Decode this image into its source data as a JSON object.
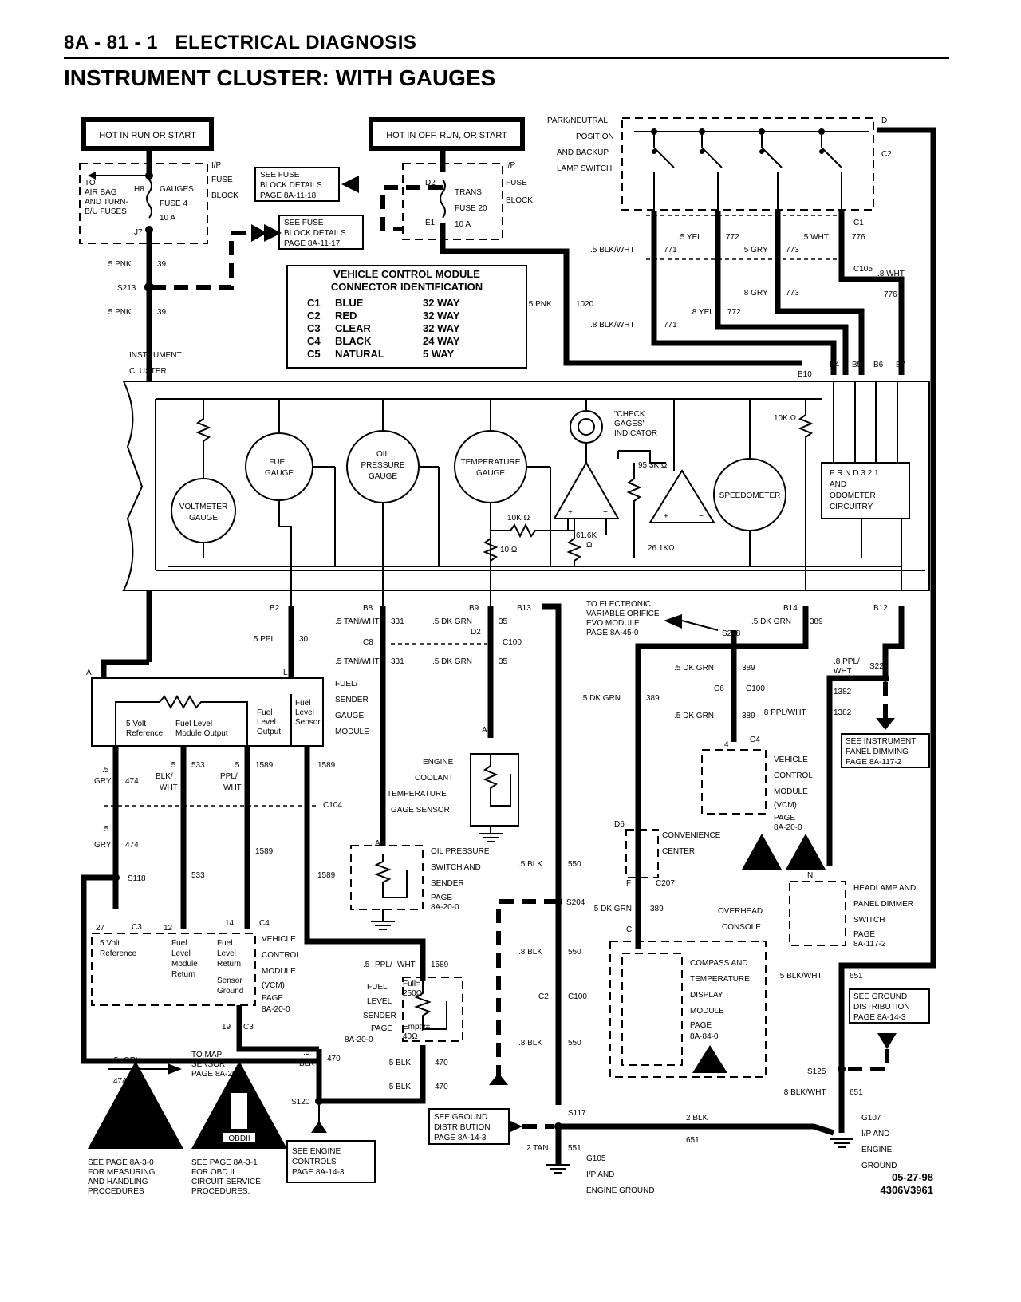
{
  "header": {
    "section": "8A - 81 - 1",
    "category": "ELECTRICAL DIAGNOSIS",
    "title": "INSTRUMENT CLUSTER: WITH GAUGES"
  },
  "power": {
    "hot_run_start": "HOT IN RUN OR START",
    "hot_off_run_start": "HOT IN OFF, RUN, OR START",
    "fuse_gauges": {
      "name": "GAUGES",
      "fuse": "FUSE 4",
      "amps": "10 A",
      "pin_in": "H8",
      "pin_out": "J7"
    },
    "fuse_trans": {
      "name": "TRANS",
      "fuse": "FUSE 20",
      "amps": "10 A",
      "pin_in": "D2",
      "pin_out": "E1"
    },
    "ip_fuse_block": [
      "I/P",
      "FUSE",
      "BLOCK"
    ],
    "to_airbag": [
      "TO",
      "AIR BAG",
      "AND TURN-",
      "B/U FUSES"
    ],
    "see_fuse_1": [
      "SEE FUSE",
      "BLOCK DETAILS",
      "PAGE 8A-11-18"
    ],
    "see_fuse_2": [
      "SEE FUSE",
      "BLOCK DETAILS",
      "PAGE 8A-11-17"
    ]
  },
  "park_switch": {
    "label": [
      "PARK/NEUTRAL",
      "POSITION",
      "AND BACKUP",
      "LAMP SWITCH"
    ],
    "connector": "C2",
    "pin": "D"
  },
  "vcm_table": {
    "title": [
      "VEHICLE CONTROL MODULE",
      "CONNECTOR IDENTIFICATION"
    ],
    "rows": [
      {
        "c": "C1",
        "color": "BLUE",
        "way": "32 WAY"
      },
      {
        "c": "C2",
        "color": "RED",
        "way": "32 WAY"
      },
      {
        "c": "C3",
        "color": "CLEAR",
        "way": "32 WAY"
      },
      {
        "c": "C4",
        "color": "BLACK",
        "way": "24 WAY"
      },
      {
        "c": "C5",
        "color": "NATURAL",
        "way": "5 WAY"
      }
    ]
  },
  "wires": {
    "pnk39_a": ".5 PNK",
    "n39": "39",
    "s213": "S213",
    "pnk39_b": ".5 PNK",
    "pnk1020": ".5 PNK",
    "n1020": "1020",
    "blkwht771a": ".5 BLK/WHT",
    "n771": "771",
    "yel772a": ".5 YEL",
    "n772": "772",
    "gry773a": ".5 GRY",
    "n773": "773",
    "wht776a": ".5 WHT",
    "n776": "776",
    "c105": "C105",
    "wht776b": ".8 WHT",
    "gry773b": ".8 GRY",
    "yel772b": ".8 YEL",
    "blkwht771b": ".8 BLK/WHT",
    "c1": "C1"
  },
  "cluster": {
    "label": [
      "INSTRUMENT",
      "CLUSTER"
    ],
    "pins_top": [
      "B10",
      "B4",
      "B5",
      "B6",
      "B7"
    ],
    "voltmeter": [
      "VOLTMETER",
      "GAUGE"
    ],
    "fuel": [
      "FUEL",
      "GAUGE"
    ],
    "oil": [
      "OIL",
      "PRESSURE",
      "GAUGE"
    ],
    "temp": [
      "TEMPERATURE",
      "GAUGE"
    ],
    "check": [
      "\"CHECK",
      "GAGES\"",
      "INDICATOR"
    ],
    "speedo": "SPEEDOMETER",
    "prnd": [
      "P R N D 3 2 1",
      "AND",
      "ODOMETER",
      "CIRCUITRY"
    ],
    "r10k": "10K Ω",
    "r10": "10 Ω",
    "r61": [
      "61.6K",
      "Ω"
    ],
    "r95": "95.3K Ω",
    "r26": "26.1KΩ",
    "r10k2": "10K Ω",
    "pins_bottom": [
      "B2",
      "B8",
      "B9",
      "B13",
      "B14",
      "B12"
    ]
  },
  "lower": {
    "ppl30": ".5 PPL",
    "n30": "30",
    "tanwht331": ".5 TAN/WHT",
    "n331": "331",
    "dkgrn35": ".5 DK GRN",
    "n35": "35",
    "c8": "C8",
    "d2": "D2",
    "c100": "C100",
    "pinA": "A",
    "pinL": "L",
    "fsg": [
      "FUEL/",
      "SENDER",
      "GAUGE",
      "MODULE"
    ],
    "fsg_inner": [
      "5 Volt",
      "Reference",
      "Fuel Level",
      "Module Output",
      "Fuel",
      "Level",
      "Output",
      "Fuel",
      "Level",
      "Sensor"
    ],
    "to_evo": [
      "TO ELECTRONIC",
      "VARIABLE ORIFICE",
      "EVO MODULE",
      "PAGE 8A-45-0"
    ],
    "s218": "S218",
    "dkgrn389": ".5 DK GRN",
    "n389": "389",
    "pplwht1382": [
      ".8 PPL/",
      "WHT"
    ],
    "s222": "S222",
    "n1382": "1382",
    "c6": "C6",
    "pplwht1382b": ".8 PPL/WHT",
    "see_dimming": [
      "SEE INSTRUMENT",
      "PANEL DIMMING",
      "PAGE 8A-117-2"
    ],
    "vcm_c4": [
      "VEHICLE",
      "CONTROL",
      "MODULE",
      "(VCM)",
      "PAGE",
      "8A-20-0"
    ],
    "ect": [
      "ENGINE",
      "COOLANT",
      "TEMPERATURE",
      "GAGE SENSOR"
    ],
    "oil_switch": [
      "OIL PRESSURE",
      "SWITCH AND",
      "SENDER",
      "PAGE",
      "8A-20-0"
    ],
    "conv": [
      "CONVENIENCE",
      "CENTER"
    ],
    "d6": "D6",
    "c207": "C207",
    "pinF": "F",
    "pinC": "C",
    "pinN": "N",
    "pin4": "4",
    "c4": "C4",
    "headlamp": [
      "HEADLAMP AND",
      "PANEL DIMMER",
      "SWITCH",
      "PAGE",
      "8A-117-2"
    ],
    "overhead": [
      "OVERHEAD",
      "CONSOLE"
    ],
    "compass": [
      "COMPASS AND",
      "TEMPERATURE",
      "DISPLAY",
      "MODULE",
      "PAGE",
      "8A-84-0"
    ],
    "gry474": ".5",
    "gry": "GRY",
    "n474": "474",
    "blkwht533": [
      ".5",
      "BLK/",
      "WHT"
    ],
    "n533": "533",
    "pplwht1589": [
      ".5",
      "PPL/",
      "WHT"
    ],
    "n1589": "1589",
    "c104": "C104",
    "s118": "S118",
    "c3": "C3",
    "vcm_c3": [
      "5 Volt",
      "Reference",
      "Fuel",
      "Level",
      "Module",
      "Return",
      "Fuel",
      "Level",
      "Return",
      "Sensor",
      "Ground"
    ],
    "vcm_c3_pins": [
      "27",
      "12",
      "14",
      "C4"
    ],
    "vcm_c3_label": [
      "VEHICLE",
      "CONTROL",
      "MODULE",
      "(VCM)",
      "PAGE",
      "8A-20-0"
    ],
    "pin19": "19",
    "to_map": [
      "TO MAP",
      "SENSOR",
      "PAGE 8A-20-0"
    ],
    "fuel_sender": [
      "FUEL",
      "LEVEL",
      "SENDER",
      "PAGE",
      "8A-20-0"
    ],
    "full": [
      "Full=",
      "250Ω"
    ],
    "empty": [
      "Empty=",
      "40Ω"
    ],
    "blk470": ".5 BLK",
    "n470": "470",
    "blk": "BLK",
    "s120": "S120",
    "see_engine": [
      "SEE ENGINE",
      "CONTROLS",
      "PAGE 8A-14-3"
    ],
    "see_ground1": [
      "SEE GROUND",
      "DISTRIBUTION",
      "PAGE 8A-14-3"
    ],
    "see_ground2": [
      "SEE GROUND",
      "DISTRIBUTION",
      "PAGE 8A-14-3"
    ],
    "blk550": ".5 BLK",
    "n550": "550",
    "s204": "S204",
    "blk550b": ".8 BLK",
    "c2": "C2",
    "s117": "S117",
    "blk651": "2 BLK",
    "n651": "651",
    "tan551": "2 TAN",
    "n551": "551",
    "g105": [
      "G105",
      "I/P AND",
      "ENGINE GROUND"
    ],
    "blkwht651": ".5 BLK/WHT",
    "s125": "S125",
    "blkwht651b": ".8 BLK/WHT",
    "g107": [
      "G107",
      "I/P AND",
      "ENGINE",
      "GROUND"
    ],
    "note1": [
      "SEE PAGE 8A-3-0",
      "FOR MEASURING",
      "AND HANDLING",
      "PROCEDURES"
    ],
    "note2": [
      "SEE PAGE 8A-3-1",
      "FOR OBD II",
      "CIRCUIT SERVICE",
      "PROCEDURES."
    ],
    "obd": "OBDII",
    "date": "05-27-98",
    "code": "4306V3961"
  }
}
